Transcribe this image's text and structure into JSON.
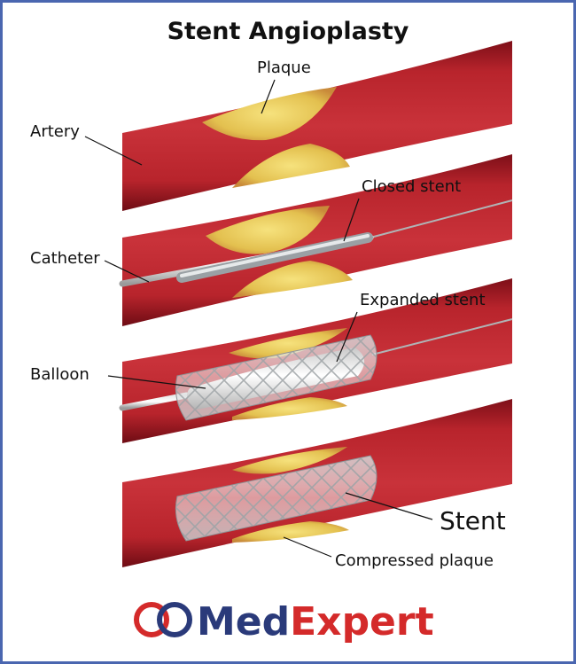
{
  "title": "Stent Angioplasty",
  "labels": {
    "plaque": "Plaque",
    "artery": "Artery",
    "closed_stent": "Closed stent",
    "catheter": "Catheter",
    "expanded_stent": "Expanded stent",
    "balloon": "Balloon",
    "stent": "Stent",
    "compressed_plaque": "Compressed plaque"
  },
  "logo": {
    "part1": "Med",
    "part2": "Expert"
  },
  "colors": {
    "frame": "#4a66b0",
    "artery": "#a8202a",
    "plaque": "#e9c85a",
    "brand_blue": "#2a3a7a",
    "brand_red": "#d42a2a"
  }
}
